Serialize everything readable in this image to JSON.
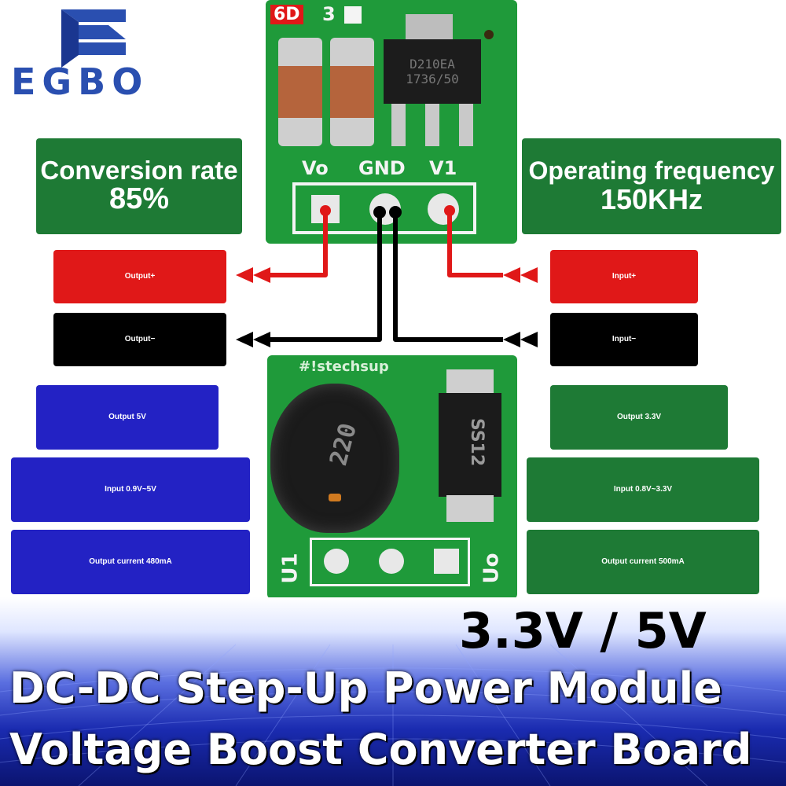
{
  "brand": {
    "name": "EGBO"
  },
  "top_board": {
    "silk_pins": [
      "Vo",
      "GND",
      "V1"
    ],
    "chip_marking": [
      "D210EA",
      "1736/50"
    ],
    "corner_labels": [
      "6D",
      "3"
    ]
  },
  "bottom_board": {
    "silk_top": "#!stechsup",
    "diode_marking": "SS12",
    "inductor_marking": "220",
    "pin_labels": [
      "U1",
      "Uo"
    ]
  },
  "labels": {
    "conversion_rate": {
      "line1": "Conversion rate",
      "line2": "85%"
    },
    "operating_frequency": {
      "line1": "Operating frequency",
      "line2": "150KHz"
    },
    "output_plus": "Output+",
    "output_minus": "Output−",
    "input_plus": "Input+",
    "input_minus": "Input−",
    "out5": {
      "output": "Output 5V",
      "input": "Input 0.9V~5V",
      "current": "Output current 480mA"
    },
    "out33": {
      "output": "Output 3.3V",
      "input": "Input 0.8V~3.3V",
      "current": "Output current 500mA"
    }
  },
  "headline": {
    "voltages": "3.3V / 5V",
    "line1": "DC-DC Step-Up Power Module",
    "line2": "Voltage Boost Converter Board"
  },
  "colors": {
    "green_label": "#1e7a35",
    "red_label": "#e01818",
    "blue_label": "#2322c4",
    "pcb_green": "#1f9a3a"
  }
}
